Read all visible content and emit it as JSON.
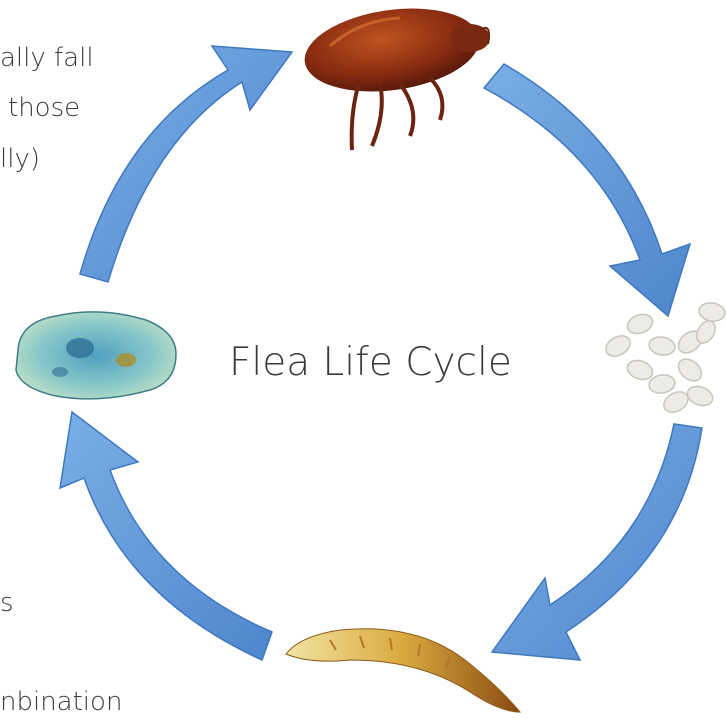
{
  "title": "Flea Life Cycle",
  "text_fragments": {
    "left_top": [
      "ally fall",
      "those",
      "lly)"
    ],
    "left_bottom": [
      "s",
      "nbination"
    ]
  },
  "stages": [
    {
      "name": "Adult flea",
      "icon": "adult-flea-icon"
    },
    {
      "name": "Eggs",
      "icon": "flea-eggs-icon"
    },
    {
      "name": "Larva",
      "icon": "flea-larva-icon"
    },
    {
      "name": "Pupa / cocoon",
      "icon": "flea-pupa-icon"
    }
  ],
  "colors": {
    "arrow": "#5b93d6",
    "arrow_dark": "#3f78bf",
    "text": "#3a3a3a"
  }
}
